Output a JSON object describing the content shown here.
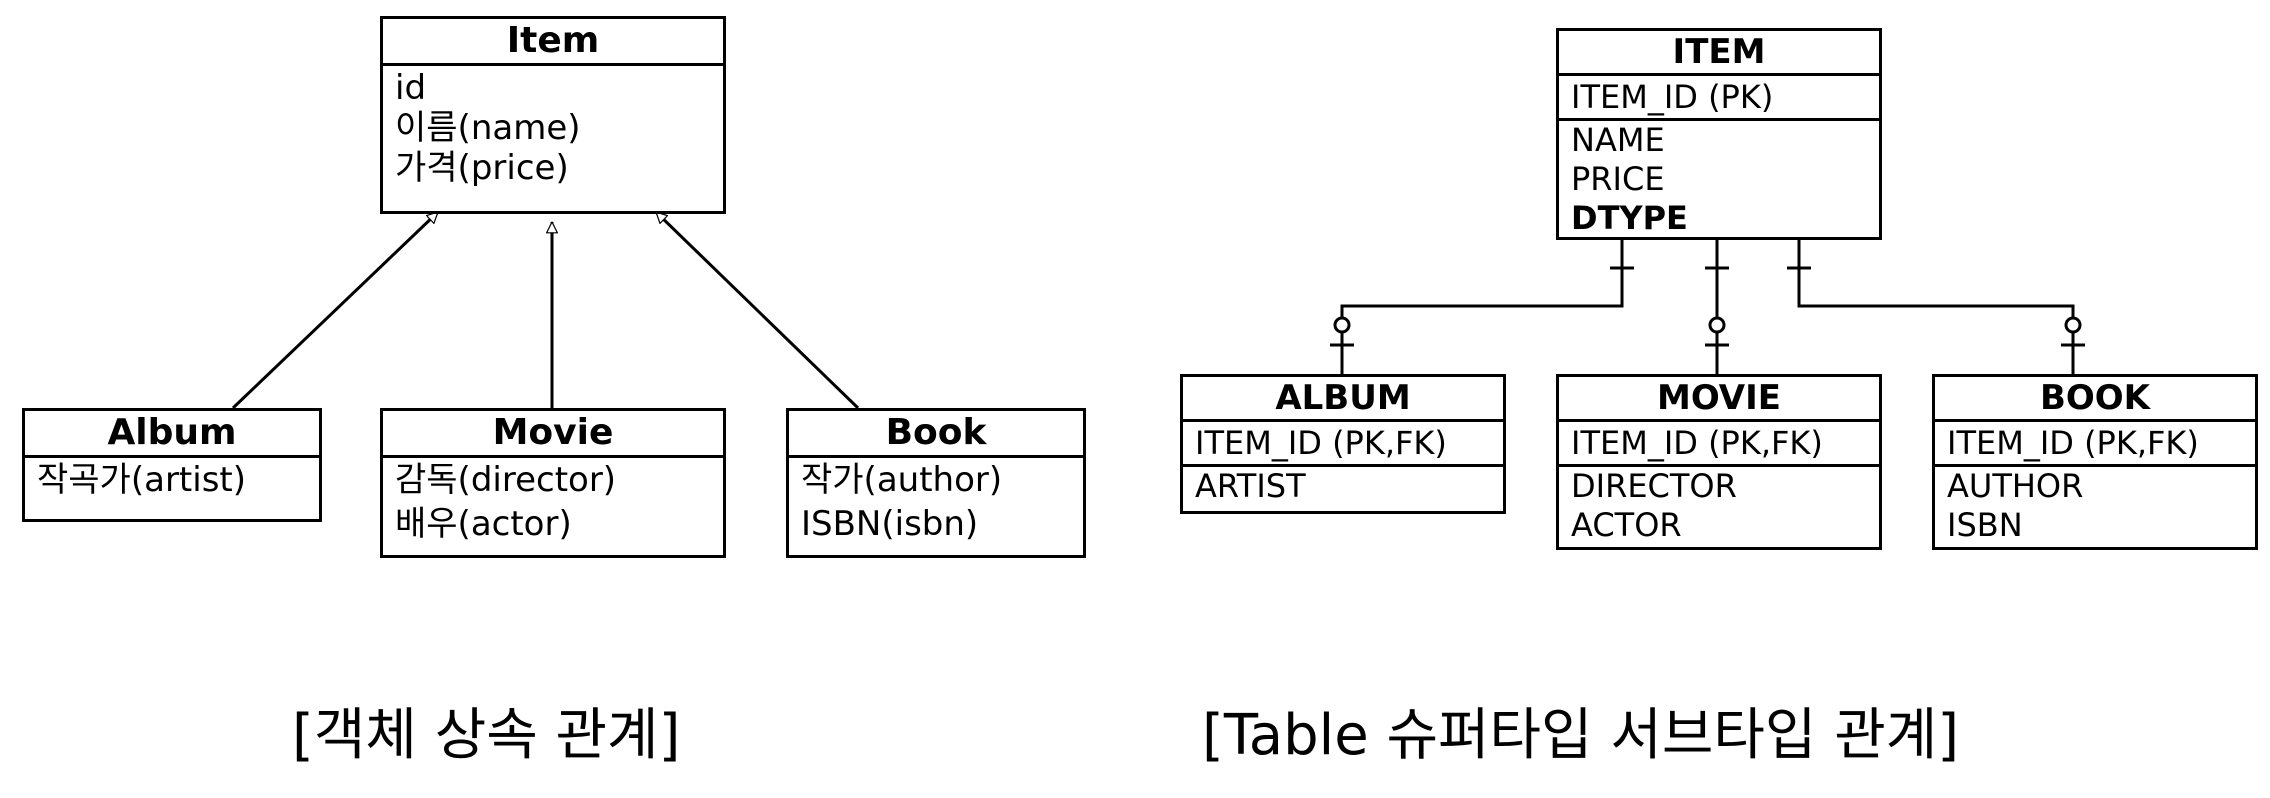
{
  "class_diagram": {
    "item": {
      "title": "Item",
      "fields": [
        "id",
        "이름(name)",
        "가격(price)"
      ]
    },
    "album": {
      "title": "Album",
      "fields": [
        "작곡가(artist)"
      ]
    },
    "movie": {
      "title": "Movie",
      "fields": [
        "감독(director)",
        "배우(actor)"
      ]
    },
    "book": {
      "title": "Book",
      "fields": [
        "작가(author)",
        "ISBN(isbn)"
      ]
    },
    "caption": "[객체 상속 관계]"
  },
  "table_diagram": {
    "item": {
      "title": "ITEM",
      "pk": "ITEM_ID (PK)",
      "columns": [
        "NAME",
        "PRICE"
      ],
      "discriminator": "DTYPE"
    },
    "album": {
      "title": "ALBUM",
      "pk": "ITEM_ID (PK,FK)",
      "columns": [
        "ARTIST"
      ]
    },
    "movie": {
      "title": "MOVIE",
      "pk": "ITEM_ID (PK,FK)",
      "columns": [
        "DIRECTOR",
        "ACTOR"
      ]
    },
    "book": {
      "title": "BOOK",
      "pk": "ITEM_ID (PK,FK)",
      "columns": [
        "AUTHOR",
        "ISBN"
      ]
    },
    "caption": "[Table 슈퍼타입 서브타입 관계]"
  }
}
